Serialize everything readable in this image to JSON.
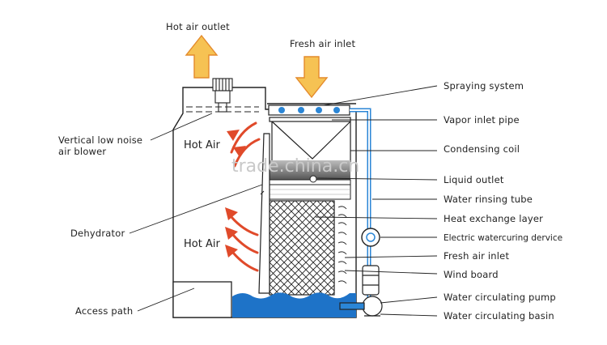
{
  "labels": {
    "hot_air_outlet": "Hot air outlet",
    "fresh_air_inlet_top": "Fresh air inlet",
    "spraying_system": "Spraying system",
    "vapor_inlet_pipe": "Vapor inlet pipe",
    "condensing_coil": "Condensing coil",
    "liquid_outlet": "Liquid outlet",
    "water_rinsing_tube": "Water rinsing tube",
    "heat_exchange_layer": "Heat exchange layer",
    "electric_watercuring_device": "Electric watercuring dervice",
    "fresh_air_inlet_side": "Fresh air inlet",
    "wind_board": "Wind board",
    "water_circulating_pump": "Water circulating pump",
    "water_circulating_basin": "Water circulating basin",
    "vertical_low_noise_line1": "Vertical low noise",
    "vertical_low_noise_line2": "air blower",
    "dehydrator": "Dehydrator",
    "access_path": "Access path",
    "hot_air_upper": "Hot Air",
    "hot_air_lower": "Hot Air"
  },
  "watermark": "trade.china.cn",
  "colors": {
    "outline": "#222222",
    "water": "#1e73c8",
    "pipe": "#2b86d6",
    "arrow_fill": "#f6c253",
    "arrow_stroke": "#e48a2c",
    "hot_arrow": "#e04a2a"
  }
}
